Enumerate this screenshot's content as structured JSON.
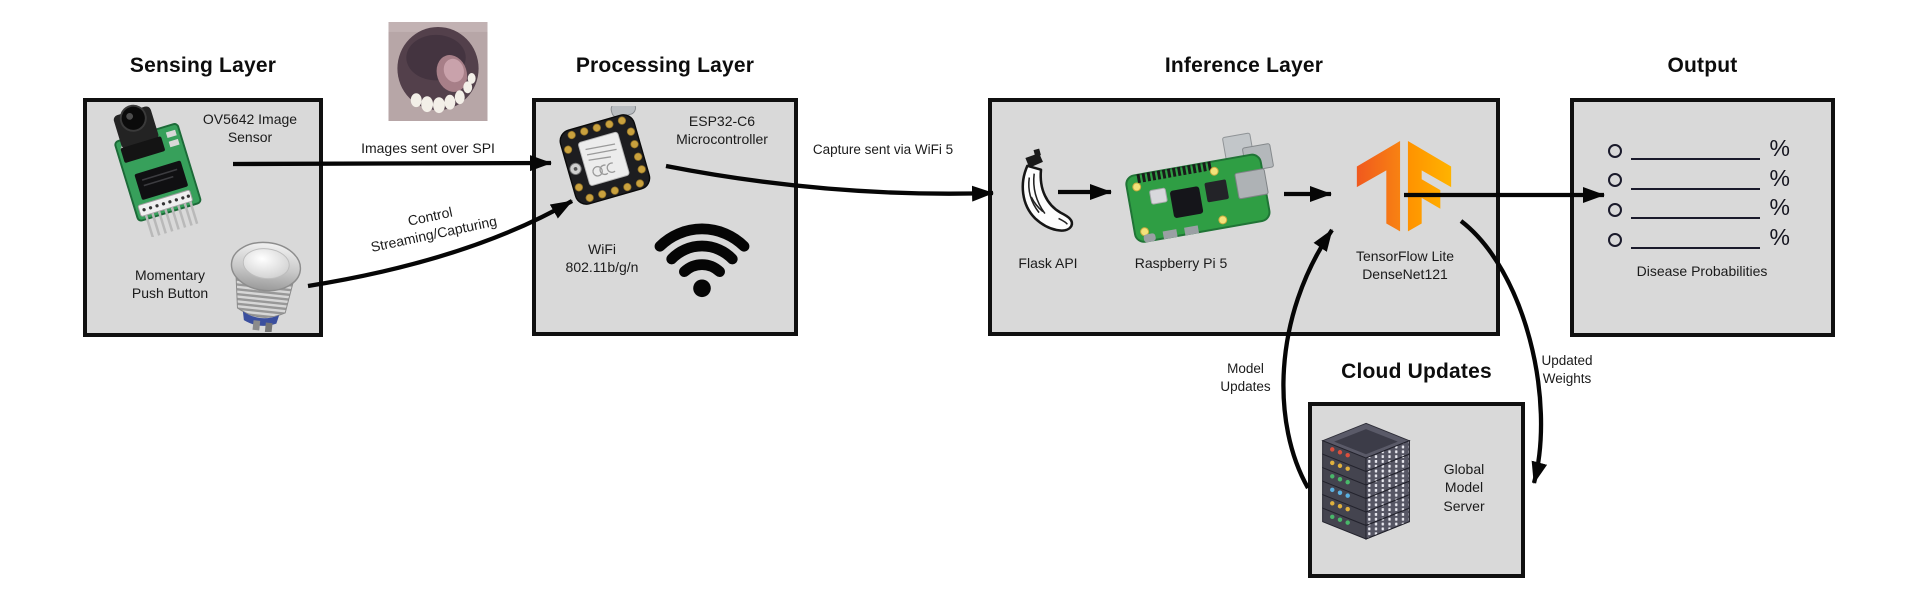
{
  "colors": {
    "box_fill": "#d9d9d9",
    "box_border": "#101010",
    "arrow_black": "#060606",
    "tf_orange_dark": "#f0591e",
    "tf_orange_light": "#ffb300",
    "pcb_green": "#37a05b",
    "server_led_colors": [
      "#d94f3d",
      "#e0b13e",
      "#49b86a",
      "#5ab0e0",
      "#e0b13e",
      "#49b86a"
    ]
  },
  "sensing": {
    "title": "Sensing Layer",
    "camera_label": "OV5642 Image\nSensor",
    "button_label": "Momentary\nPush Button"
  },
  "processing": {
    "title": "Processing Layer",
    "mcu_label": "ESP32-C6\nMicrocontroller",
    "wifi_label": "WiFi\n802.11b/g/n"
  },
  "inference": {
    "title": "Inference Layer",
    "flask_label": "Flask API",
    "pi_label": "Raspberry Pi 5",
    "tf_label": "TensorFlow Lite\nDenseNet121"
  },
  "output": {
    "title": "Output",
    "rows": [
      {
        "percent": "%"
      },
      {
        "percent": "%"
      },
      {
        "percent": "%"
      },
      {
        "percent": "%"
      }
    ],
    "caption": "Disease Probabilities"
  },
  "cloud": {
    "title": "Cloud Updates",
    "server_label": "Global\nModel\nServer"
  },
  "edges": {
    "images_spi": "Images sent over SPI",
    "control": "Control\nStreaming/Capturing",
    "capture_wifi": "Capture sent via WiFi 5",
    "model_updates": "Model\nUpdates",
    "updated_weights": "Updated\nWeights"
  }
}
